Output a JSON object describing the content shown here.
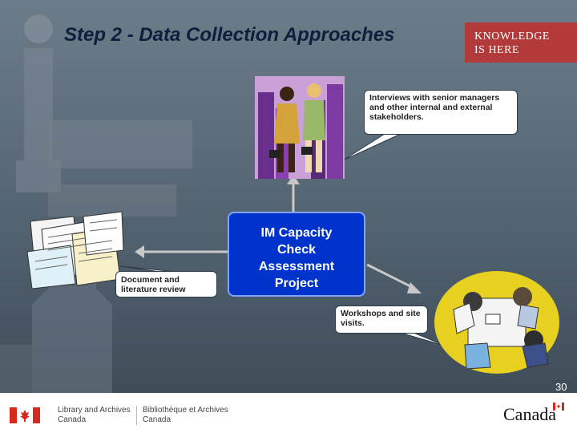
{
  "slide": {
    "title": "Step 2 - Data Collection Approaches",
    "brand": {
      "line1": "KNOWLEDGE",
      "line2": "IS HERE",
      "color": "#b23a3a"
    },
    "center_box": {
      "lines": [
        "IM Capacity",
        "Check",
        "Assessment",
        "Project"
      ],
      "color": "#0033cc"
    },
    "callouts": {
      "interviews": "Interviews with senior managers and other internal and external stakeholders.",
      "documents": "Document and literature review",
      "workshops": "Workshops and site visits."
    },
    "page_number": "30",
    "icons": [
      "handshake-business-people-clipart",
      "document-stack-clipart",
      "workshop-meeting-table-clipart",
      "canada-flag-icon"
    ]
  },
  "footer": {
    "dept_en": [
      "Library and Archives",
      "Canada"
    ],
    "dept_fr": [
      "Bibliothèque et Archives",
      "Canada"
    ],
    "wordmark": "Canada"
  }
}
